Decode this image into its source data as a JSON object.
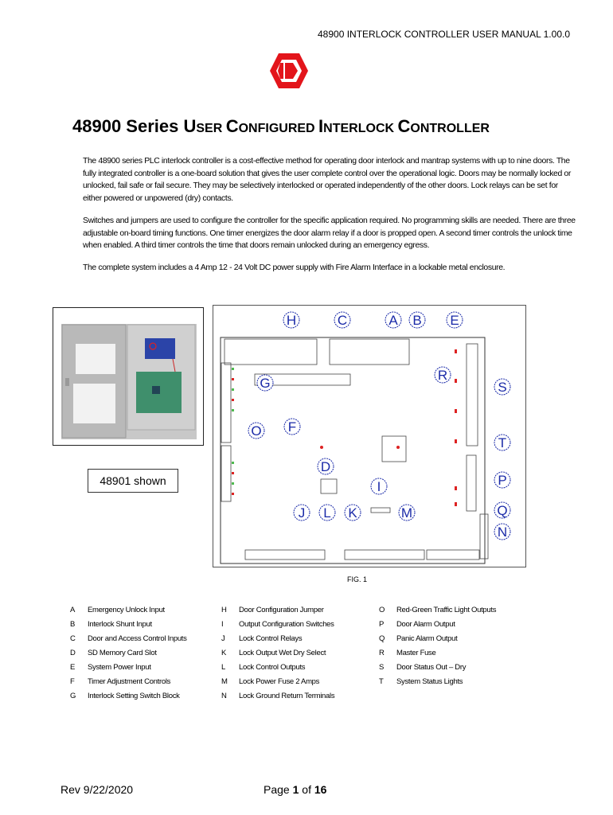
{
  "header": {
    "text": "48900 INTERLOCK CONTROLLER USER MANUAL 1.00.0"
  },
  "logo": {
    "name": "hexagon-d-logo",
    "color": "#e3151b"
  },
  "title": {
    "prefix": "48900 Series ",
    "u1": "U",
    "u2": "SER ",
    "c1": "C",
    "c2": "ONFIGURED ",
    "i1": "I",
    "i2": "NTERLOCK ",
    "k1": "C",
    "k2": "ONTROLLER"
  },
  "intro": {
    "p1": "The 48900 series PLC interlock controller is a cost-effective method for operating door interlock and mantrap systems with up to nine doors. The fully integrated controller is a one-board solution that gives the user complete control over the operational logic. Doors may be normally locked or unlocked, fail safe or fail secure. They may be selectively interlocked or operated independently of the other doors. Lock relays can be set for either powered or unpowered (dry) contacts.",
    "p2": "Switches and jumpers are used to configure the controller for the specific application required. No programming skills are needed. There are three adjustable on-board timing functions.  One timer energizes the door alarm relay if a door is propped open. A second timer controls the unlock time when enabled. A third timer controls the time that doors remain unlocked during an emergency egress.",
    "p3": "The complete system includes a 4 Amp 12 - 24 Volt DC power supply with Fire Alarm Interface in a lockable metal enclosure."
  },
  "photo": {
    "caption": "48901 shown"
  },
  "figure": {
    "label": "FIG. 1",
    "callouts": [
      "H",
      "C",
      "A",
      "B",
      "E",
      "R",
      "S",
      "G",
      "F",
      "O",
      "T",
      "D",
      "P",
      "I",
      "Q",
      "J",
      "L",
      "K",
      "M",
      "N"
    ]
  },
  "legend": {
    "col1": [
      {
        "key": "A",
        "text": "Emergency Unlock Input"
      },
      {
        "key": "B",
        "text": "Interlock Shunt Input"
      },
      {
        "key": "C",
        "text": "Door and Access Control Inputs"
      },
      {
        "key": "D",
        "text": "SD Memory Card Slot"
      },
      {
        "key": "E",
        "text": "System Power Input"
      },
      {
        "key": "F",
        "text": "Timer Adjustment Controls"
      },
      {
        "key": "G",
        "text": "Interlock Setting Switch Block"
      }
    ],
    "col2": [
      {
        "key": "H",
        "text": "Door Configuration Jumper"
      },
      {
        "key": "I",
        "text": "Output Configuration Switches"
      },
      {
        "key": "J",
        "text": "Lock Control Relays"
      },
      {
        "key": "K",
        "text": "Lock Output Wet Dry Select"
      },
      {
        "key": "L",
        "text": "Lock Control Outputs"
      },
      {
        "key": "M",
        "text": "Lock Power Fuse 2 Amps"
      },
      {
        "key": "N",
        "text": "Lock Ground Return Terminals"
      }
    ],
    "col3": [
      {
        "key": "O",
        "text": "Red-Green Traffic Light Outputs"
      },
      {
        "key": "P",
        "text": "Door Alarm Output"
      },
      {
        "key": "Q",
        "text": "Panic Alarm Output"
      },
      {
        "key": "R",
        "text": "Master Fuse"
      },
      {
        "key": "S",
        "text": "Door Status Out – Dry"
      },
      {
        "key": "T",
        "text": "System Status Lights"
      }
    ]
  },
  "footer": {
    "rev": "Rev 9/22/2020",
    "page_prefix": "Page ",
    "page_num": "1",
    "page_of": " of ",
    "page_total": "16"
  }
}
